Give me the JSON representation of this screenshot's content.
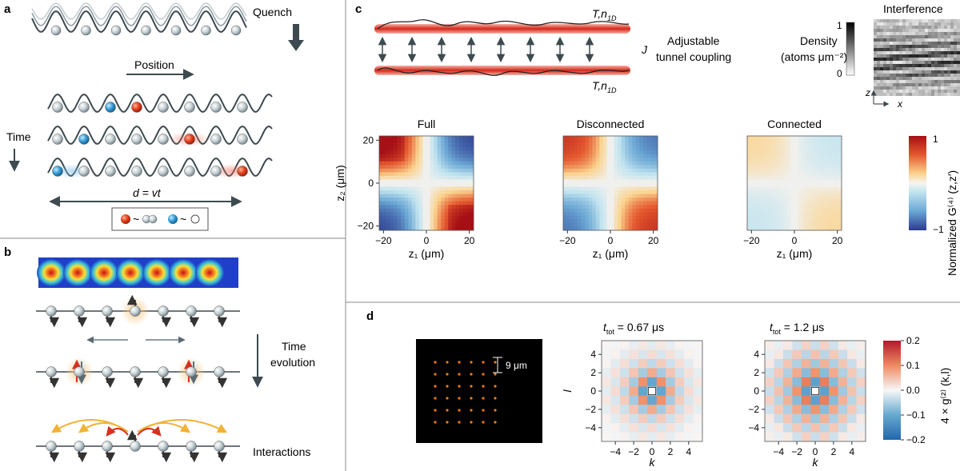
{
  "panel_letters": {
    "a": "a",
    "b": "b",
    "c": "c",
    "d": "d"
  },
  "panel_a": {
    "quench": "Quench",
    "position": "Position",
    "time": "Time",
    "distance": "d = vt",
    "legend_tilde": "~"
  },
  "panel_b": {
    "time_evolution_line1": "Time",
    "time_evolution_line2": "evolution",
    "interactions": "Interactions"
  },
  "panel_c": {
    "T_n1D": "T,n",
    "T_n1D_sub": "1D",
    "J": "J",
    "coupling_line1": "Adjustable",
    "coupling_line2": "tunnel coupling",
    "interference_title": "Interference",
    "density_line1": "Density",
    "density_line2": "(atoms μm⁻²)",
    "density_ticks": [
      "1",
      "0"
    ],
    "axis_z": "z",
    "axis_x": "x",
    "heatmap_titles": [
      "Full",
      "Disconnected",
      "Connected"
    ],
    "ylabel": "z₂ (μm)",
    "xlabel": "z₁ (μm)",
    "yticks": [
      "20",
      "0",
      "−20"
    ],
    "xticks": [
      "−20",
      "0",
      "20"
    ],
    "cbar_ticks": [
      "1",
      "−1"
    ],
    "cbar_label": "Normalized G⁽⁴⁾ (z,z′)"
  },
  "panel_d": {
    "scale": "9 μm",
    "title1": "t",
    "title1_sub": "tot",
    "title1_val": " = 0.67 μs",
    "title2_val": " = 1.2 μs",
    "ylabel": "l",
    "xlabel": "k",
    "yticks": [
      "4",
      "2",
      "0",
      "−2",
      "−4"
    ],
    "xticks": [
      "−4",
      "−2",
      "0",
      "2",
      "4"
    ],
    "cbar_ticks": [
      "0.2",
      "0.1",
      "0.0",
      "−0.1",
      "−0.2"
    ],
    "cbar_label": "4 × g⁽²⁾ (k,l)"
  },
  "colors": {
    "red": "#d7301f",
    "blue": "#2c7fb8",
    "line": "#3a3a3a",
    "atom": "#b9c7cc"
  }
}
